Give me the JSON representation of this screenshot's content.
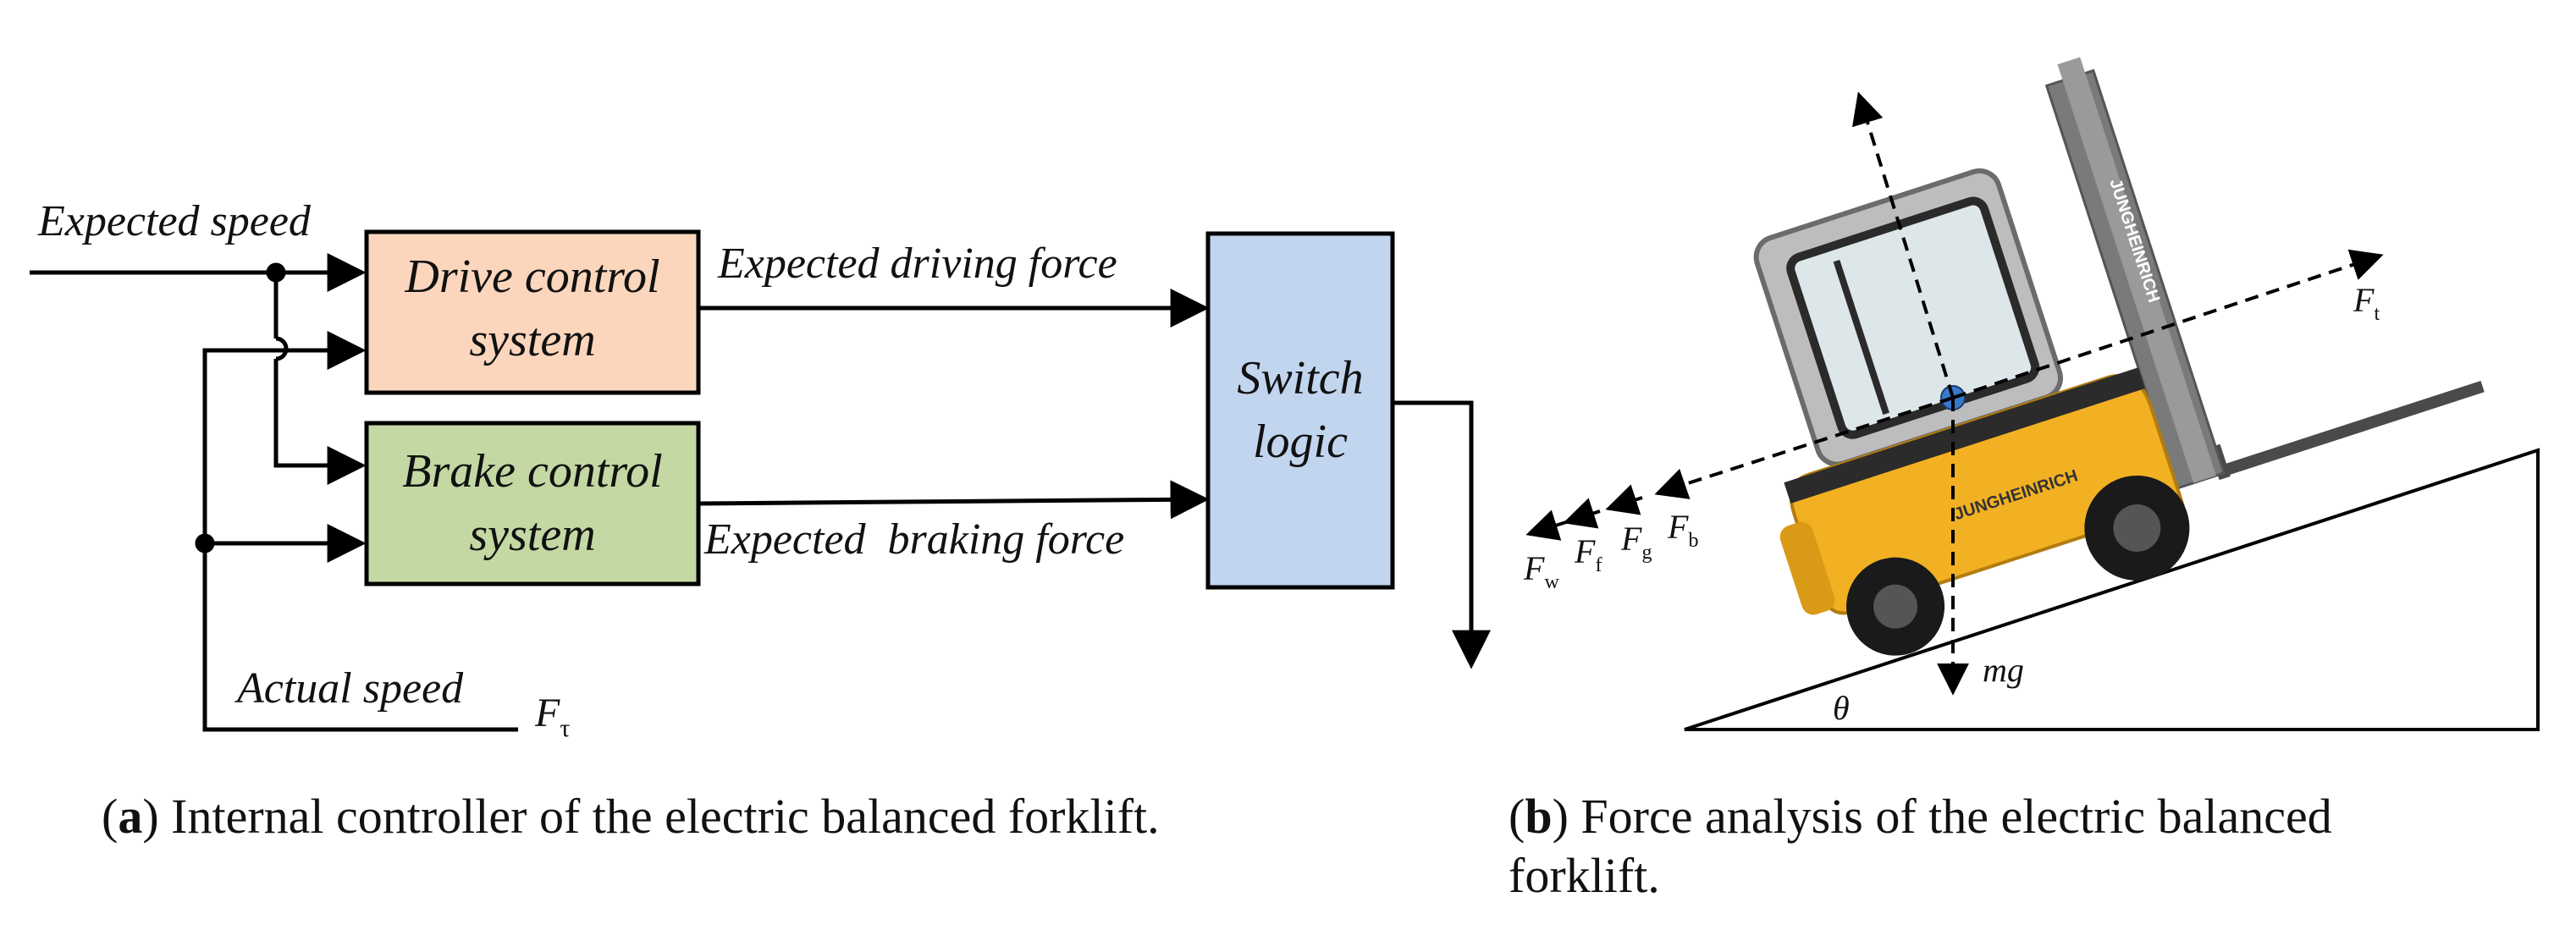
{
  "panel_a": {
    "inputs": {
      "expected_speed": "Expected speed",
      "actual_speed": "Actual speed",
      "f_tau": "F",
      "f_tau_sub": "τ"
    },
    "blocks": {
      "drive": {
        "line1": "Drive control",
        "line2": "system",
        "color": "#fbd6bd"
      },
      "brake": {
        "line1": "Brake control",
        "line2": "system",
        "color": "#c4d8a4"
      },
      "switch": {
        "line1": "Switch",
        "line2": "logic",
        "color": "#c2d5ef"
      }
    },
    "signals": {
      "driving_force": "Expected driving force",
      "braking_force": "Expected  braking force"
    },
    "caption": {
      "letter": "a",
      "text": " Internal controller of the electric balanced forklift."
    }
  },
  "panel_b": {
    "forces": {
      "ft": "F",
      "ft_sub": "t",
      "fb": "F",
      "fb_sub": "b",
      "fg": "F",
      "fg_sub": "g",
      "ff": "F",
      "ff_sub": "f",
      "fw": "F",
      "fw_sub": "w",
      "mg": "mg",
      "theta": "θ"
    },
    "branding": {
      "mast_text": "JUNGHEINRICH",
      "body_text": "JUNGHEINRICH",
      "body_color": "#f2b122",
      "accent_color": "#3a78c9"
    },
    "caption": {
      "letter": "b",
      "text_line1": " Force analysis of the electric balanced",
      "text_line2": "forklift."
    }
  }
}
